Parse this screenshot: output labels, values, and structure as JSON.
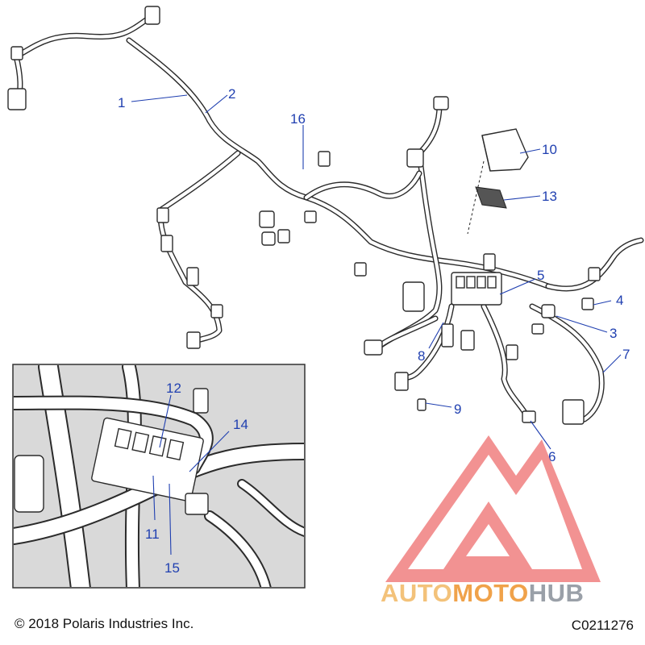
{
  "callouts": {
    "c1": "1",
    "c2": "2",
    "c3": "3",
    "c4": "4",
    "c5": "5",
    "c6": "6",
    "c7": "7",
    "c8": "8",
    "c9": "9",
    "c10": "10",
    "c11": "11",
    "c12": "12",
    "c13": "13",
    "c14": "14",
    "c15": "15",
    "c16": "16"
  },
  "footer": {
    "copyright": "© 2018 Polaris Industries Inc.",
    "drawing_code": "C0211276"
  },
  "watermark": {
    "word1": "AUTO",
    "word2": "MOTO",
    "word3": "HUB",
    "colors": {
      "triangle": "#f08080",
      "auto": "#f3c27a",
      "moto": "#f0a24a",
      "hub": "#9aa0a8"
    }
  },
  "colors": {
    "callout": "#1f3fb0",
    "inset_background": "#d9d9d9"
  }
}
